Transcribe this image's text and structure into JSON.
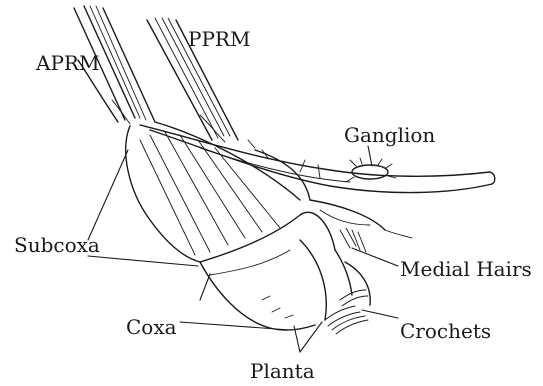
{
  "labels": {
    "aprm": "APRM",
    "pprm": "PPRM",
    "ganglion": "Ganglion",
    "subcoxa": "Subcoxa",
    "medial_hairs": "Medial Hairs",
    "coxa": "Coxa",
    "crochets": "Crochets",
    "planta": "Planta"
  }
}
